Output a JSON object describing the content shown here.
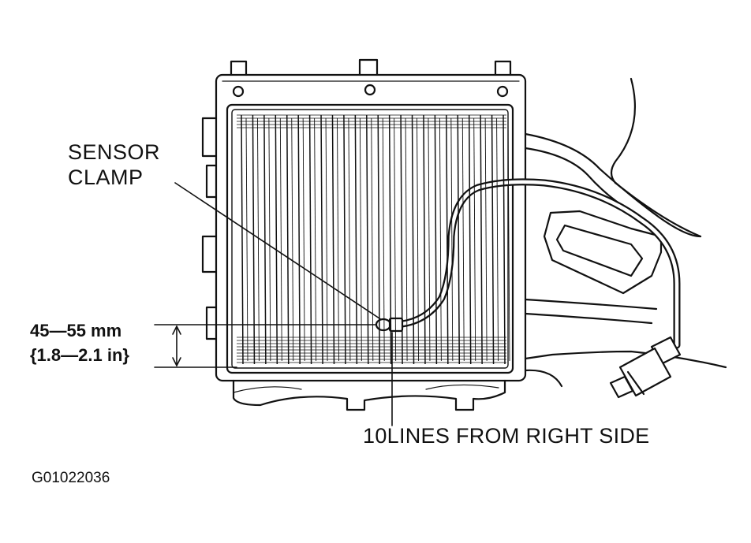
{
  "labels": {
    "sensor_line1": "SENSOR",
    "sensor_line2": "CLAMP",
    "dimension_mm": "45—55 mm",
    "dimension_in": "{1.8—2.1 in}",
    "lines_from_side": "10LINES FROM RIGHT SIDE",
    "figure_code": "G01022036"
  },
  "colors": {
    "ink": "#111111",
    "paper": "#ffffff"
  },
  "counts": {
    "fin_lines": 24
  }
}
